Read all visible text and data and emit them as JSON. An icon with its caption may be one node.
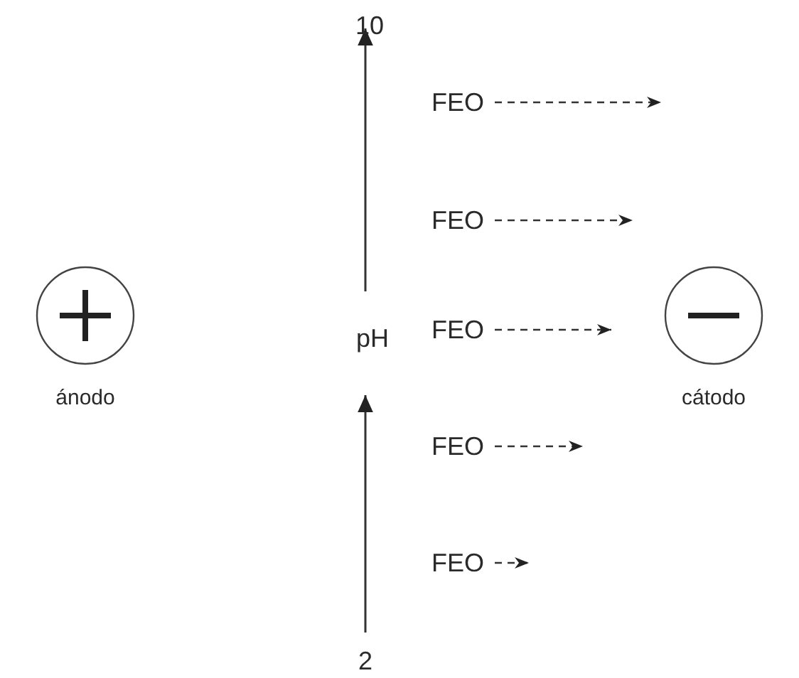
{
  "diagram": {
    "labels": [
      "10",
      "FEO",
      "FEO",
      "pH",
      "FEO",
      "ánodo",
      "cátodo",
      "FEO",
      "FEO",
      "2"
    ]
  }
}
